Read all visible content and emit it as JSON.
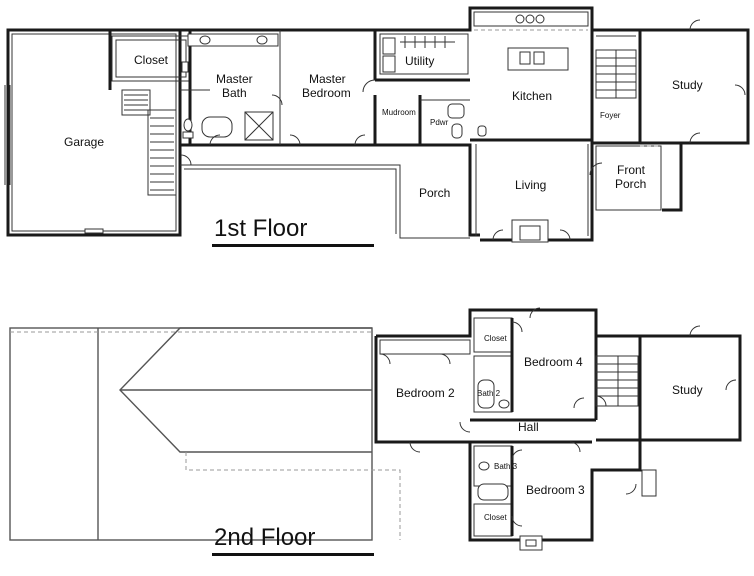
{
  "floors": {
    "first": {
      "title": "1st Floor",
      "rooms": {
        "garage": "Garage",
        "closet": "Closet",
        "master_bath_1": "Master",
        "master_bath_2": "Bath",
        "master_bedroom_1": "Master",
        "master_bedroom_2": "Bedroom",
        "utility": "Utility",
        "mudroom": "Mudroom",
        "pdwr": "Pdwr",
        "kitchen": "Kitchen",
        "foyer": "Foyer",
        "study": "Study",
        "porch": "Porch",
        "living": "Living",
        "front_porch_1": "Front",
        "front_porch_2": "Porch"
      }
    },
    "second": {
      "title": "2nd Floor",
      "rooms": {
        "closet_top": "Closet",
        "bedroom_4": "Bedroom 4",
        "bath_2": "Bath 2",
        "bedroom_2": "Bedroom 2",
        "study": "Study",
        "hall": "Hall",
        "bath_3": "Bath 3",
        "bedroom_3": "Bedroom 3",
        "closet_bottom": "Closet"
      }
    }
  }
}
